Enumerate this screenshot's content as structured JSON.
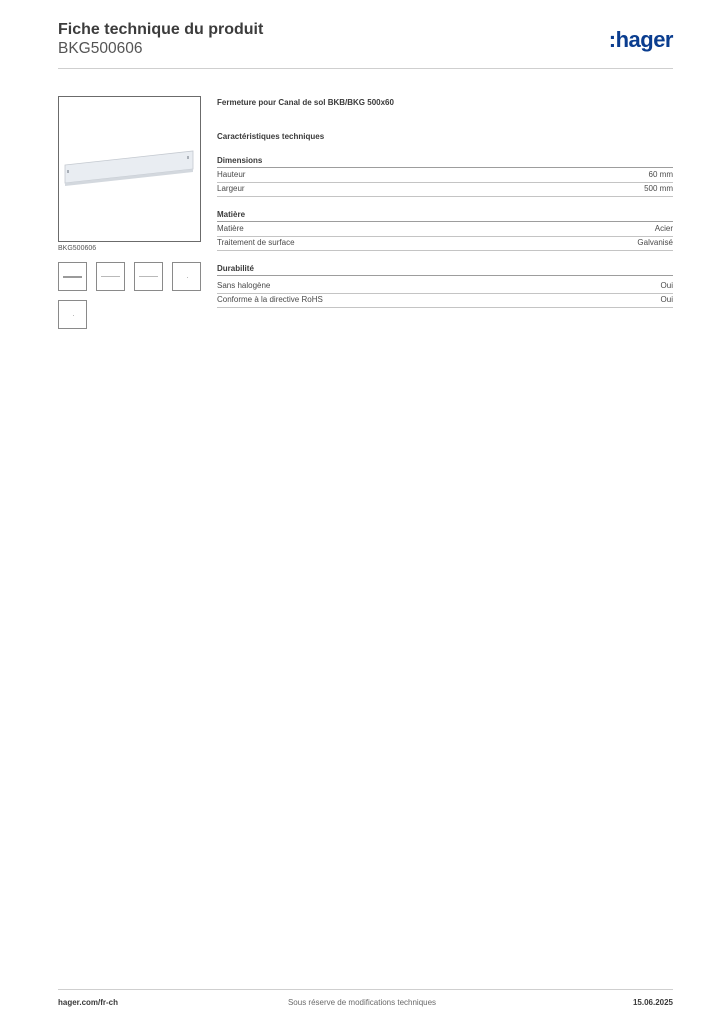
{
  "header": {
    "title": "Fiche technique du produit",
    "reference": "BKG500606",
    "logo": ":hager",
    "brand_color": "#0a3d8f"
  },
  "image": {
    "caption": "BKG500606"
  },
  "product": {
    "name": "Fermeture pour Canal de sol BKB/BKG 500x60",
    "section_title": "Caractéristiques techniques"
  },
  "groups": [
    {
      "title": "Dimensions",
      "rows": [
        {
          "label": "Hauteur",
          "value": "60 mm"
        },
        {
          "label": "Largeur",
          "value": "500 mm"
        }
      ]
    },
    {
      "title": "Matière",
      "rows": [
        {
          "label": "Matière",
          "value": "Acier"
        },
        {
          "label": "Traitement de surface",
          "value": "Galvanisé"
        }
      ]
    },
    {
      "title": "Durabilité",
      "rows": [
        {
          "label": "Sans halogène",
          "value": "Oui"
        },
        {
          "label": "Conforme à la directive RoHS",
          "value": "Oui"
        }
      ]
    }
  ],
  "footer": {
    "website": "hager.com/fr-ch",
    "disclaimer": "Sous réserve de modifications techniques",
    "date": "15.06.2025"
  }
}
